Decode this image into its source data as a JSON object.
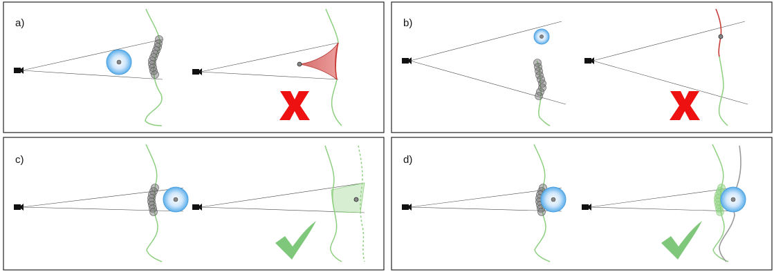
{
  "panels": [
    {
      "label": "a)",
      "verdict": "invalid"
    },
    {
      "label": "b)",
      "verdict": "invalid"
    },
    {
      "label": "c)",
      "verdict": "valid"
    },
    {
      "label": "d)",
      "verdict": "valid"
    }
  ],
  "colors": {
    "surface": "#8ccf7e",
    "invalid": "#d9413e",
    "cross": "#ee1111",
    "check": "#7fc77a",
    "sphere": "#5aaeea",
    "samples": "#6f6f6f",
    "gray_surface": "#999999"
  },
  "icons": {
    "camera": "camera-icon",
    "cross": "cross-mark-icon",
    "check": "check-mark-icon"
  }
}
